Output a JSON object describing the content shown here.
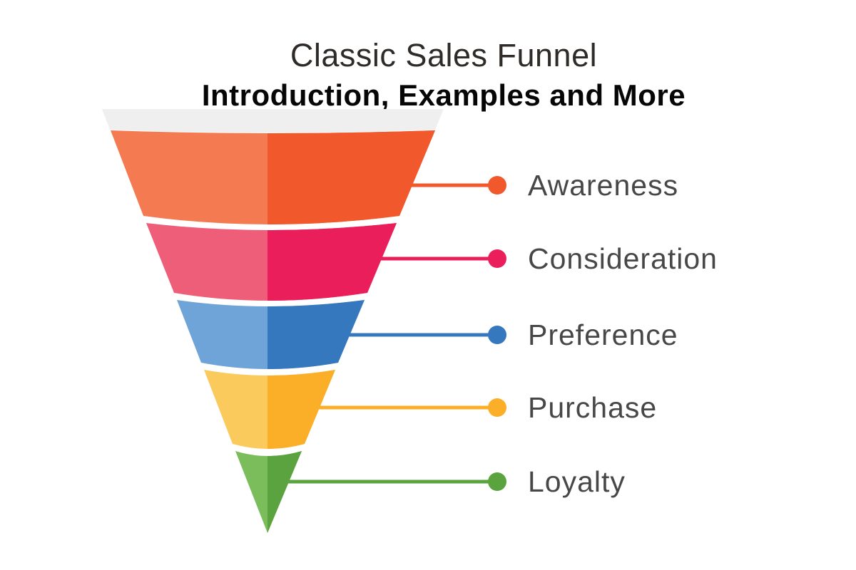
{
  "title": "Classic Sales Funnel",
  "subtitle": "Introduction, Examples and More",
  "funnel": {
    "top_band_color": "#EFEFEF",
    "stages": [
      {
        "label": "Awareness",
        "color": "#F1582B",
        "color_light": "#F47B51"
      },
      {
        "label": "Consideration",
        "color": "#E91E5B",
        "color_light": "#EE5E79"
      },
      {
        "label": "Preference",
        "color": "#3678BD",
        "color_light": "#6FA4D9"
      },
      {
        "label": "Purchase",
        "color": "#FBAF29",
        "color_light": "#FBCA5C"
      },
      {
        "label": "Loyalty",
        "color": "#5AA33E",
        "color_light": "#7CBD5B"
      }
    ]
  }
}
